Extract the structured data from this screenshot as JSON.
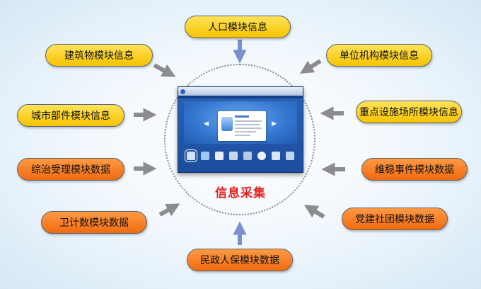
{
  "center_caption": "信息采集",
  "modules": {
    "top": "人口模块信息",
    "top_left": "建筑物模块信息",
    "top_right": "单位机构模块信息",
    "mid_left": "城市部件模块信息",
    "mid_right": "重点设施场所模块信息",
    "lower_left": "综治受理模块数据",
    "lower_right": "维稳事件模块数据",
    "bottom_left": "卫计数模块数据",
    "bottom_right": "党建社团模块数据",
    "bottom": "民政人保模块数据"
  },
  "colors": {
    "yellow_pill": "#f7c300",
    "orange_pill": "#f06a10",
    "arrow_gray": "#8c8c8c",
    "arrow_blue": "#7a8fcc",
    "caption_red": "#e22222"
  },
  "icons": [
    "window-app-icon",
    "user-icon",
    "group-icon",
    "people-icon",
    "worker-icon",
    "disc-icon",
    "monitor-icon",
    "list-icon"
  ]
}
